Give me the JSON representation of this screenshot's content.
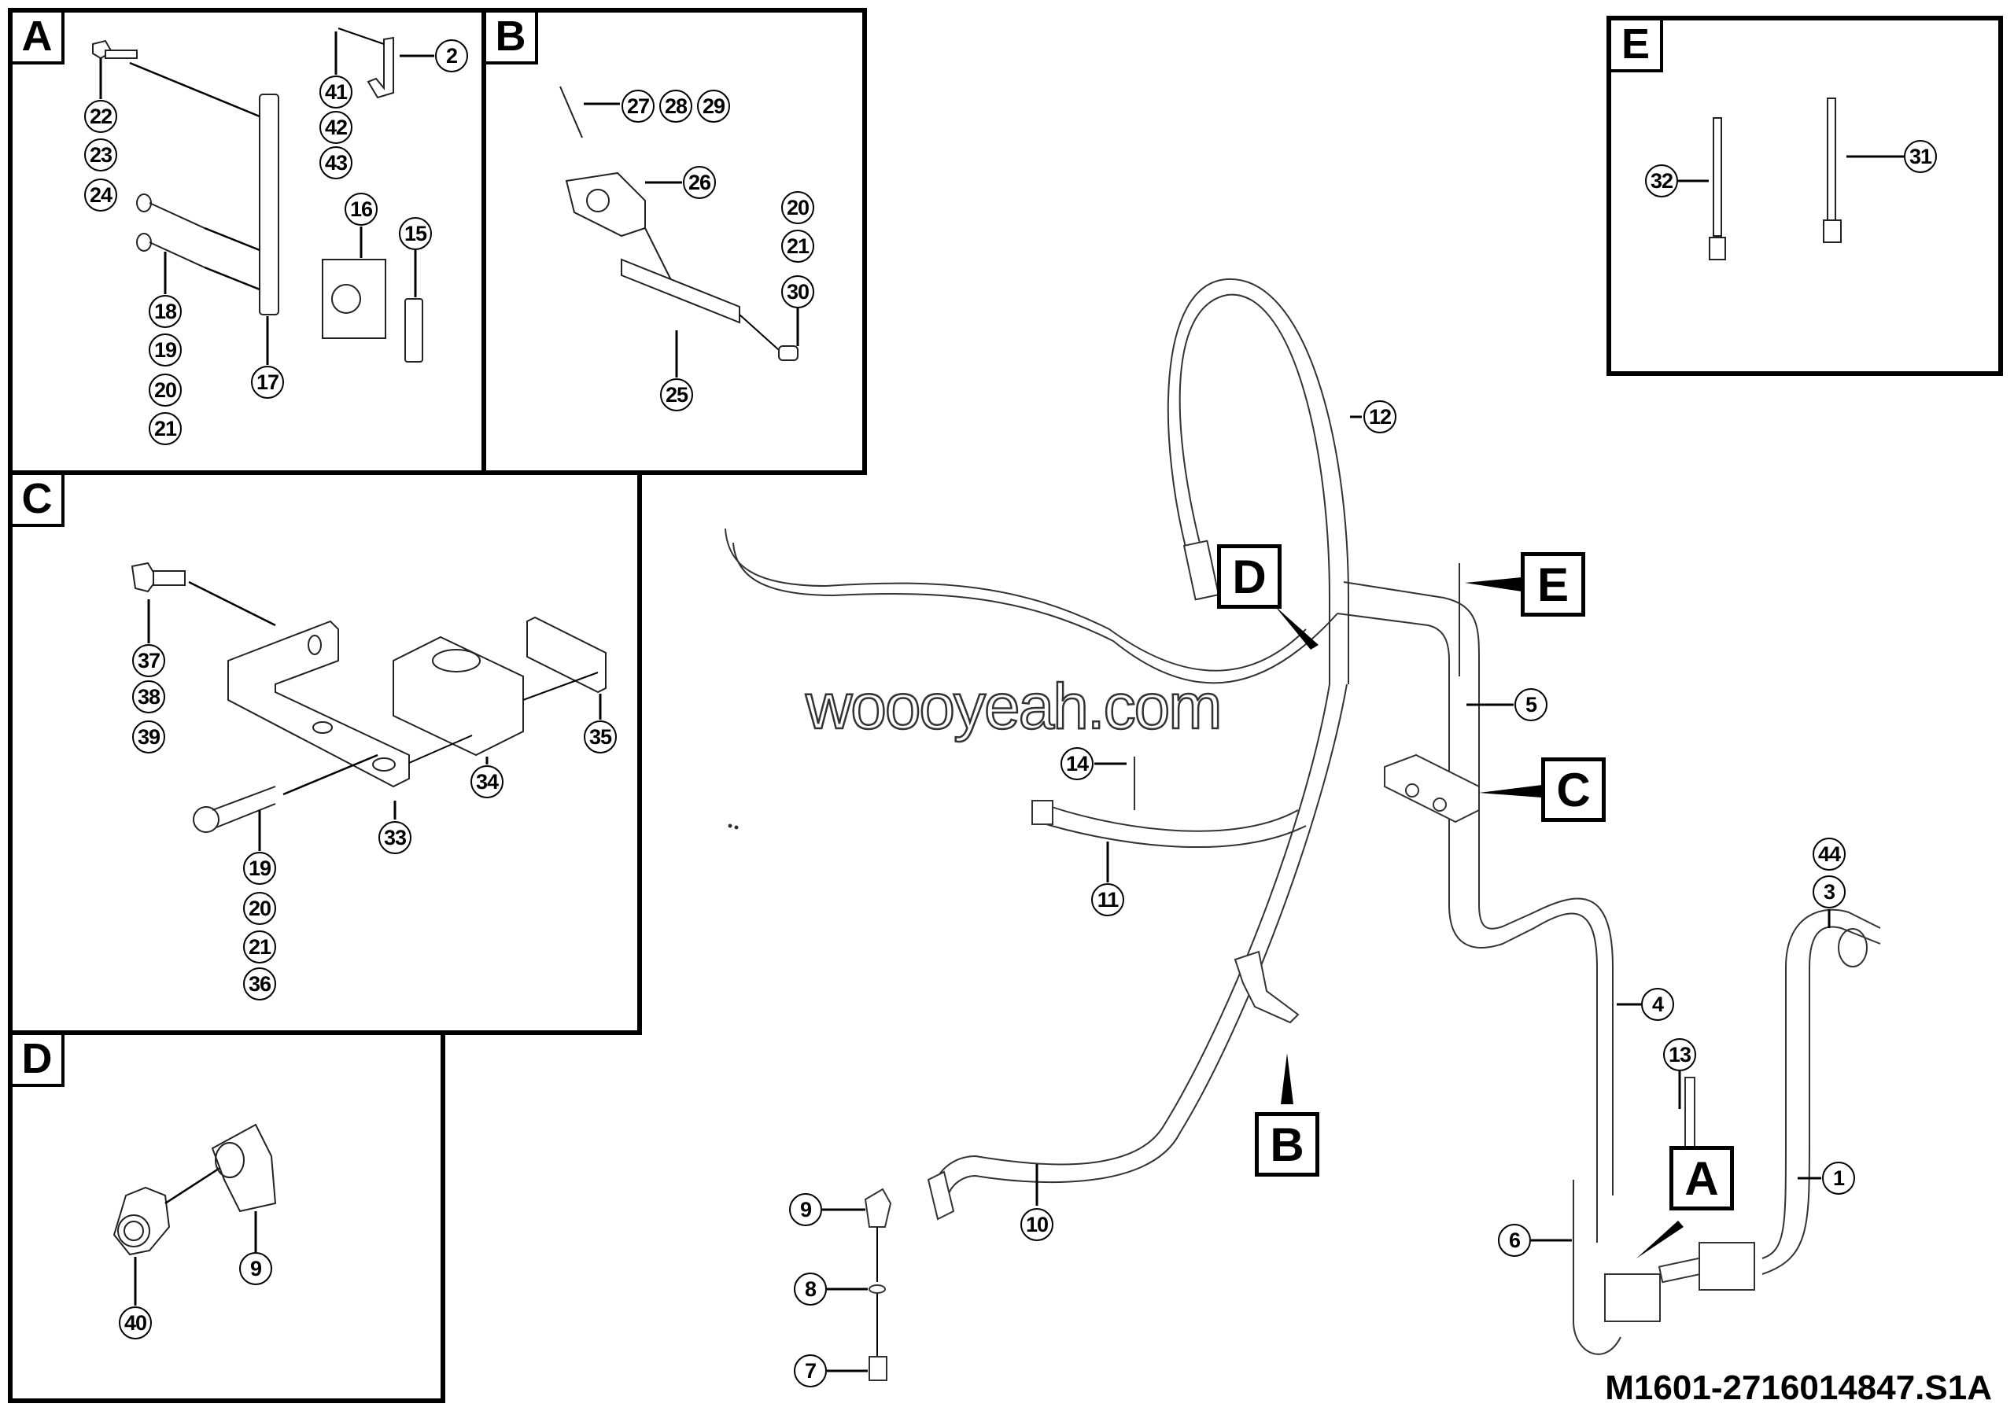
{
  "document": {
    "type": "exploded parts diagram",
    "drawing_code": "M1601-2716014847.S1A",
    "watermark": "woooyeah.com"
  },
  "detail_panels": [
    {
      "tag": "A",
      "callouts": [
        "2",
        "41",
        "42",
        "43",
        "22",
        "23",
        "24",
        "16",
        "15",
        "18",
        "19",
        "20",
        "21",
        "17"
      ]
    },
    {
      "tag": "B",
      "callouts": [
        "27",
        "28",
        "29",
        "26",
        "20",
        "21",
        "30",
        "25"
      ]
    },
    {
      "tag": "C",
      "callouts": [
        "37",
        "38",
        "39",
        "35",
        "34",
        "33",
        "19",
        "20",
        "21",
        "36"
      ]
    },
    {
      "tag": "D",
      "callouts": [
        "9",
        "40"
      ]
    },
    {
      "tag": "E",
      "callouts": [
        "32",
        "31"
      ]
    }
  ],
  "panels": {
    "A": {
      "tag": "A",
      "c": {
        "2": "2",
        "41": "41",
        "42": "42",
        "43": "43",
        "22": "22",
        "23": "23",
        "24": "24",
        "16": "16",
        "15": "15",
        "18": "18",
        "19": "19",
        "20": "20",
        "21": "21",
        "17": "17"
      }
    },
    "B": {
      "tag": "B",
      "c": {
        "27": "27",
        "28": "28",
        "29": "29",
        "26": "26",
        "20": "20",
        "21": "21",
        "30": "30",
        "25": "25"
      }
    },
    "C": {
      "tag": "C",
      "c": {
        "37": "37",
        "38": "38",
        "39": "39",
        "35": "35",
        "34": "34",
        "33": "33",
        "19": "19",
        "20": "20",
        "21": "21",
        "36": "36"
      }
    },
    "D": {
      "tag": "D",
      "c": {
        "9": "9",
        "40": "40"
      }
    },
    "E": {
      "tag": "E",
      "c": {
        "32": "32",
        "31": "31"
      }
    }
  },
  "main_assembly": {
    "callouts": {
      "1": "1",
      "3": "3",
      "4": "4",
      "5": "5",
      "6": "6",
      "7": "7",
      "8": "8",
      "9": "9",
      "10": "10",
      "11": "11",
      "12": "12",
      "13": "13",
      "14": "14",
      "44": "44"
    },
    "detail_refs": {
      "A": "A",
      "B": "B",
      "C": "C",
      "D": "D",
      "E": "E"
    }
  }
}
